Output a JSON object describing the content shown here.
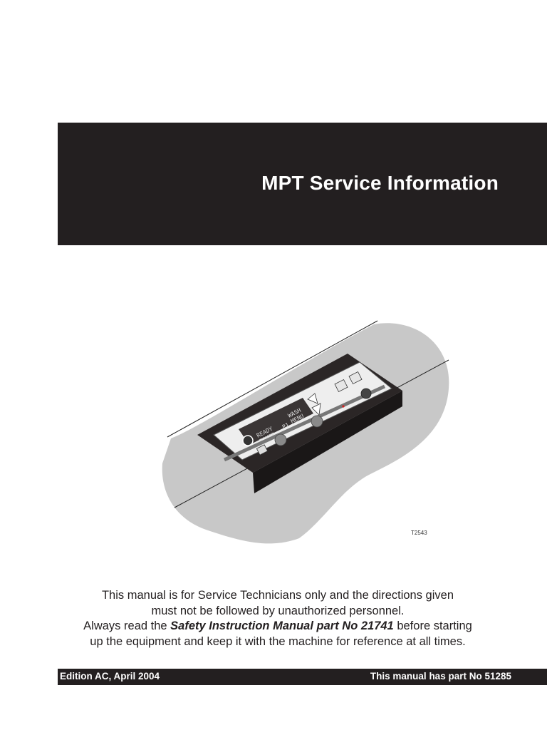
{
  "document": {
    "title": "MPT Service Information",
    "figure": {
      "code": "T2543",
      "display_text": {
        "left_top": "READY",
        "left_bottom": "TIMER",
        "middle": "P1",
        "right_top": "WASH",
        "right_bottom": "MENU"
      }
    },
    "notice": {
      "line1": "This manual is for Service Technicians only and the directions given",
      "line2": "must not be followed by unauthorized personnel.",
      "line3_prefix": "Always read the ",
      "line3_emphasis": "Safety Instruction Manual part No 21741",
      "line3_suffix": " before starting",
      "line4": "up the equipment and keep it with the machine for reference at all times."
    },
    "footer": {
      "edition": "Edition AC, April 2004",
      "part_number": "This manual has part No 51285"
    }
  },
  "colors": {
    "band": "#231f20",
    "band_text": "#ffffff",
    "surface_gray": "#c8c8c8"
  }
}
